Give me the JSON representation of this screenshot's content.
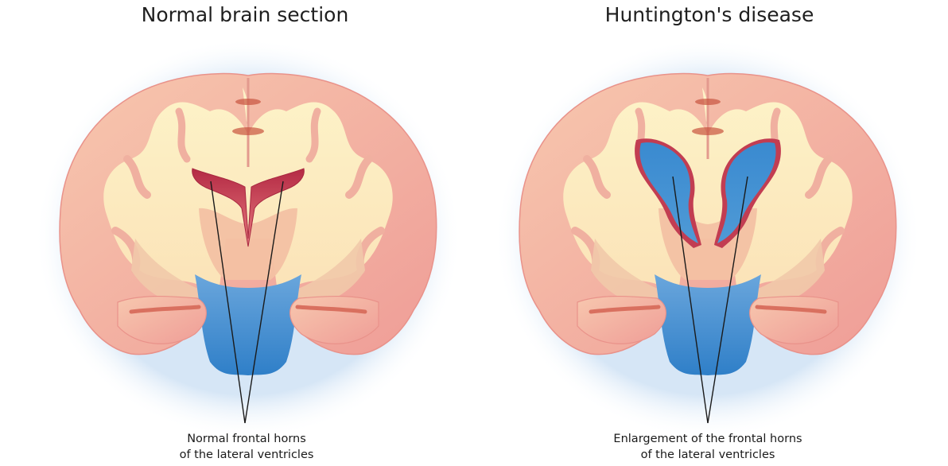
{
  "panels": {
    "left": {
      "title": "Normal brain section",
      "caption_line1": "Normal frontal horns",
      "caption_line2": "of the lateral ventricles"
    },
    "right": {
      "title": "Huntington's disease",
      "caption_line1": "Enlargement of the frontal horns",
      "caption_line2": "of the lateral ventricles"
    }
  },
  "colors": {
    "cortex_outer": "#f2a9a0",
    "cortex_mid": "#f6c2a6",
    "white_matter": "#fbeec0",
    "ventricle_red": "#c93a4c",
    "ventricle_blue": "#3f8fcd",
    "halo": "#d6e6f6",
    "basal_region": "#f4c9a8",
    "shadow_blue": "#4d93d2"
  }
}
